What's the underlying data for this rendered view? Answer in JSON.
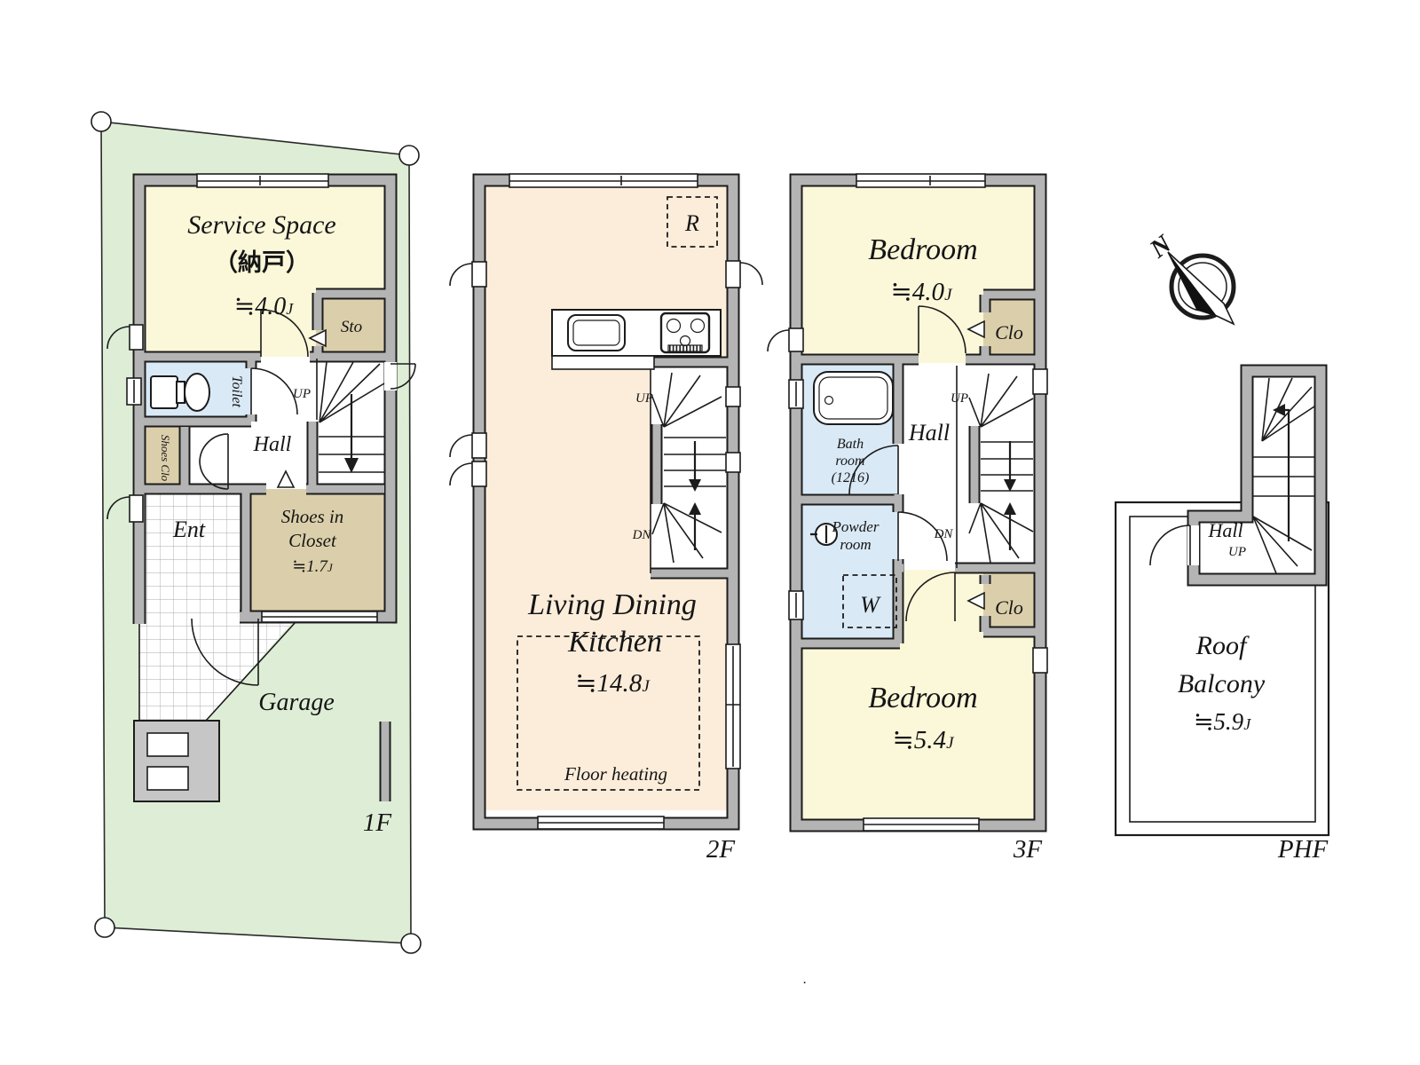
{
  "colors": {
    "lot_green": "#deeed6",
    "wall_gray": "#b4b4b4",
    "room_yellow": "#fbf7d9",
    "room_peach": "#fcedda",
    "room_blue": "#d9e9f6",
    "closet_tan": "#dbcfab",
    "line": "#1c1c1c"
  },
  "floors": {
    "f1": {
      "label": "1F",
      "service_space": {
        "name": "Service Space",
        "jp": "（納戸）",
        "area": "≒4.0",
        "unit": "J"
      },
      "sto": "Sto",
      "toilet": "Toilet",
      "shoes_clo": "Shoes Clo",
      "hall": "Hall",
      "up": "UP",
      "ent": "Ent",
      "shoes_in_closet": {
        "line1": "Shoes in",
        "line2": "Closet",
        "area": "≒1.7",
        "unit": "J"
      },
      "garage": "Garage"
    },
    "f2": {
      "label": "2F",
      "refrigerator": "R",
      "up": "UP",
      "dn": "DN",
      "ldk": {
        "line1": "Living Dining",
        "line2": "Kitchen",
        "area": "≒14.8",
        "unit": "J"
      },
      "floor_heating": "Floor heating"
    },
    "f3": {
      "label": "3F",
      "bedroom1": {
        "name": "Bedroom",
        "area": "≒4.0",
        "unit": "J"
      },
      "clo1": "Clo",
      "bathroom": {
        "line1": "Bath",
        "line2": "room",
        "line3": "(1216)"
      },
      "hall": "Hall",
      "up": "UP",
      "dn": "DN",
      "powder_room": {
        "line1": "Powder",
        "line2": "room"
      },
      "washer": "W",
      "clo2": "Clo",
      "bedroom2": {
        "name": "Bedroom",
        "area": "≒5.4",
        "unit": "J"
      }
    },
    "phf": {
      "label": "PHF",
      "hall": "Hall",
      "up": "UP",
      "roof_balcony": {
        "line1": "Roof",
        "line2": "Balcony",
        "area": "≒5.9",
        "unit": "J"
      }
    }
  },
  "compass": {
    "north": "N"
  },
  "misc": {
    "dot": "."
  }
}
